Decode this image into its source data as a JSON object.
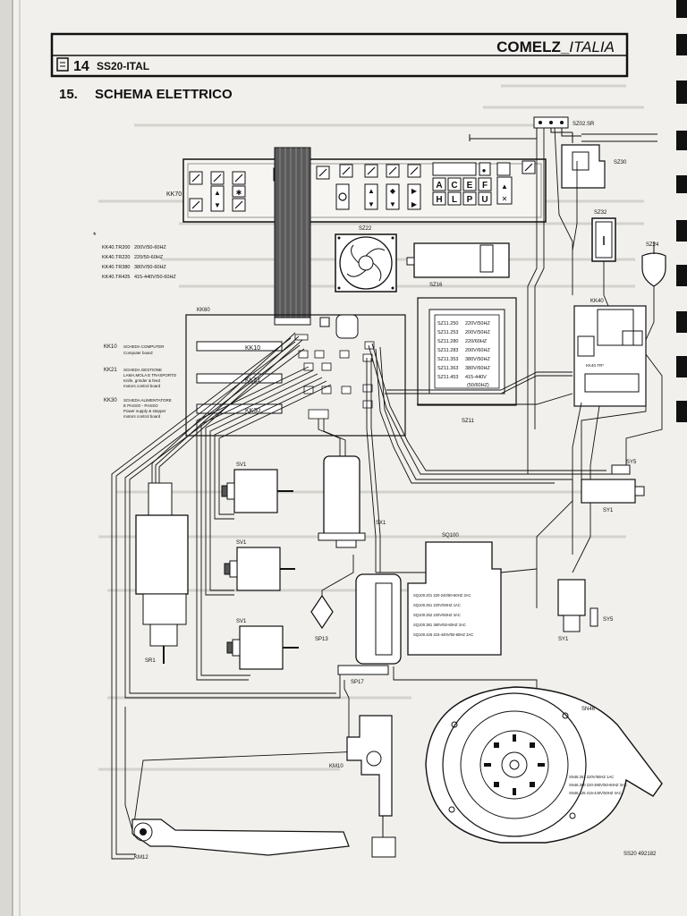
{
  "header": {
    "page_number": "14",
    "doc_code": "SS20-ITAL",
    "brand": "COMELZ_",
    "brand_italic": "ITALIA"
  },
  "section": {
    "number": "15.",
    "title": "SCHEMA ELETTRICO"
  },
  "voltage_table": [
    {
      "code": "KK40.TR200",
      "spec": "200V/50-60HZ"
    },
    {
      "code": "KK40.TR220",
      "spec": "220/50-60HZ"
    },
    {
      "code": "KK40.TR380",
      "spec": "380V/50-60HZ"
    },
    {
      "code": "KK40.TR425",
      "spec": "415-440V/50-60HZ"
    }
  ],
  "boards": [
    {
      "code": "KK10",
      "it": "SCHEDA COMPUTER",
      "en": [
        "Computer board"
      ]
    },
    {
      "code": "KK21",
      "it": "SCHEDA GESTIONE",
      "en": [
        "LAMA,MOLA E TRASPORTO",
        "Knife, grinder & feed",
        "motors control board"
      ]
    },
    {
      "code": "KK30",
      "it": "SCHEDA ALIMENTATORE",
      "en": [
        "E PASSO - PASSO",
        "Power supply & stepper",
        "motors control board"
      ]
    }
  ],
  "transformer_specs": [
    {
      "code": "SZ11.250",
      "spec": "220V/50HZ"
    },
    {
      "code": "SZ11.253",
      "spec": "200V/50HZ"
    },
    {
      "code": "SZ11.280",
      "spec": "220/60HZ"
    },
    {
      "code": "SZ11.283",
      "spec": "200V/60HZ"
    },
    {
      "code": "SZ11.353",
      "spec": "380V/50HZ"
    },
    {
      "code": "SZ11.363",
      "spec": "380V/60HZ"
    },
    {
      "code": "SZ11.453",
      "spec": "415-440V"
    },
    {
      "code": "",
      "spec": "(50/60HZ)"
    }
  ],
  "sq_specs": [
    "SQ100.201   220-240/50-60HZ   3AC",
    "SQ100.251   220V/50HZ   1AC",
    "SQ100.252   220V/50HZ   3AC",
    "SQ100.381   380V/50-60HZ   3AC",
    "SQ100.425   415-440V/50-60HZ   3AC"
  ],
  "sn_specs": [
    "SN46.251   220V/50HZ   1AC",
    "SN46.380   220-380V/50-60HZ   3AC",
    "SN46.425   415-440V/50HZ   3AC"
  ],
  "keypad_keys": [
    "A",
    "C",
    "E",
    "F",
    "H",
    "L",
    "P",
    "U"
  ],
  "labels": {
    "kk70": "KK70",
    "kk60": "KK60",
    "kk10": "KK10",
    "kk21": "KK21",
    "kk30": "KK30",
    "sz22": "SZ22",
    "sz16": "SZ16",
    "sz11": "SZ11",
    "sz02": "SZ02.SR",
    "sz30": "SZ30",
    "sz32": "SZ32",
    "sz24": "SZ24",
    "kk40": "KK40",
    "sx1": "SX1",
    "sq100": "SQ100",
    "sr1": "SR1",
    "sp13": "SP13",
    "sp17": "SP17",
    "sy5a": "SY5",
    "sy5b": "SY5",
    "sy1a": "SY1",
    "sy1b": "SY1",
    "sn46": "SN46",
    "km10": "KM10",
    "km12": "KM12",
    "sv1a": "SV1",
    "sv1b": "SV1",
    "sv1c": "SV1",
    "kk40tr": "KK40.TR*",
    "star": "*",
    "footer": "SS20  492182"
  }
}
